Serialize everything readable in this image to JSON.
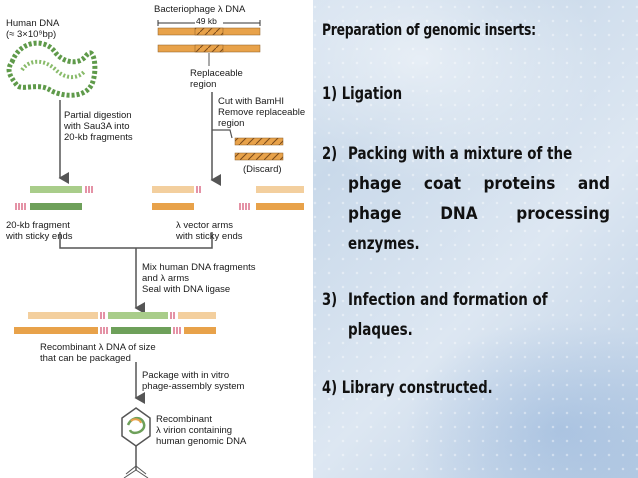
{
  "diagram": {
    "human_dna_label": "Human DNA\n(≈ 3×10⁹bp)",
    "phage_label": "Bacteriophage λ DNA",
    "size_label": "49 kb",
    "replaceable_label": "Replaceable\nregion",
    "cut_label": "Cut with BamHI\nRemove replaceable\nregion",
    "discard_label": "(Discard)",
    "partial_digestion_label": "Partial digestion\nwith Sau3A into\n20-kb fragments",
    "fragment_label": "20-kb fragment\nwith sticky ends",
    "arms_label": "λ vector arms\nwith sticky ends",
    "mix_label": "Mix human DNA fragments\nand λ arms\nSeal with DNA ligase",
    "recombinant_label": "Recombinant λ DNA of size\nthat can be packaged",
    "package_label": "Package with in vitro\nphage-assembly system",
    "virion_label": "Recombinant\nλ virion containing\nhuman genomic DNA",
    "colors": {
      "phage": "#e8a24a",
      "phage_light": "#f3cf9e",
      "human": "#6ea05a",
      "human_light": "#a9cd8a",
      "sticky": "#d24a6a"
    }
  },
  "notes": {
    "heading": "Preparation of genomic inserts:",
    "step1": "1)  Ligation",
    "step2_num": "2)",
    "step2_line1": "Packing with a mixture of the",
    "step2_line2_words": [
      "phage",
      "coat",
      "proteins",
      "and"
    ],
    "step2_line3_words": [
      "phage",
      "DNA",
      "processing"
    ],
    "step2_line4": "enzymes.",
    "step3_num": "3)",
    "step3_line1": "Infection and formation of",
    "step3_line2": "plaques.",
    "step4": "4) Library constructed."
  }
}
